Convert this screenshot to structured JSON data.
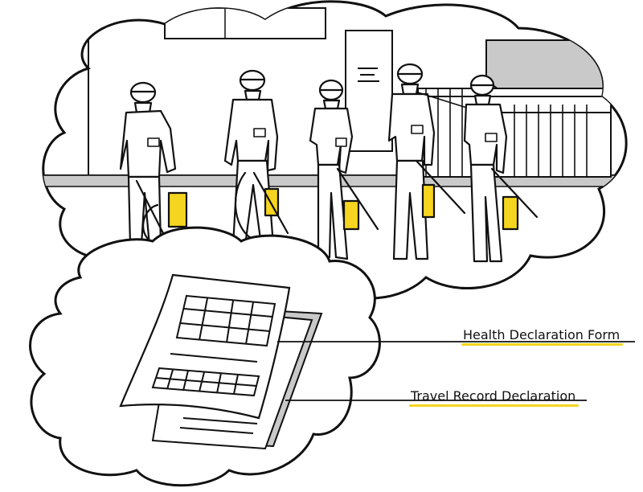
{
  "labels": {
    "health_form": "Health Declaration Form",
    "travel_record": "Travel Record Declaration"
  },
  "colors": {
    "accent": "#f5d51f",
    "outline": "#111111",
    "shade": "#c9c9c9",
    "background": "#ffffff"
  },
  "scene": {
    "workers": 5,
    "equipment": "disinfectant sprayer"
  }
}
